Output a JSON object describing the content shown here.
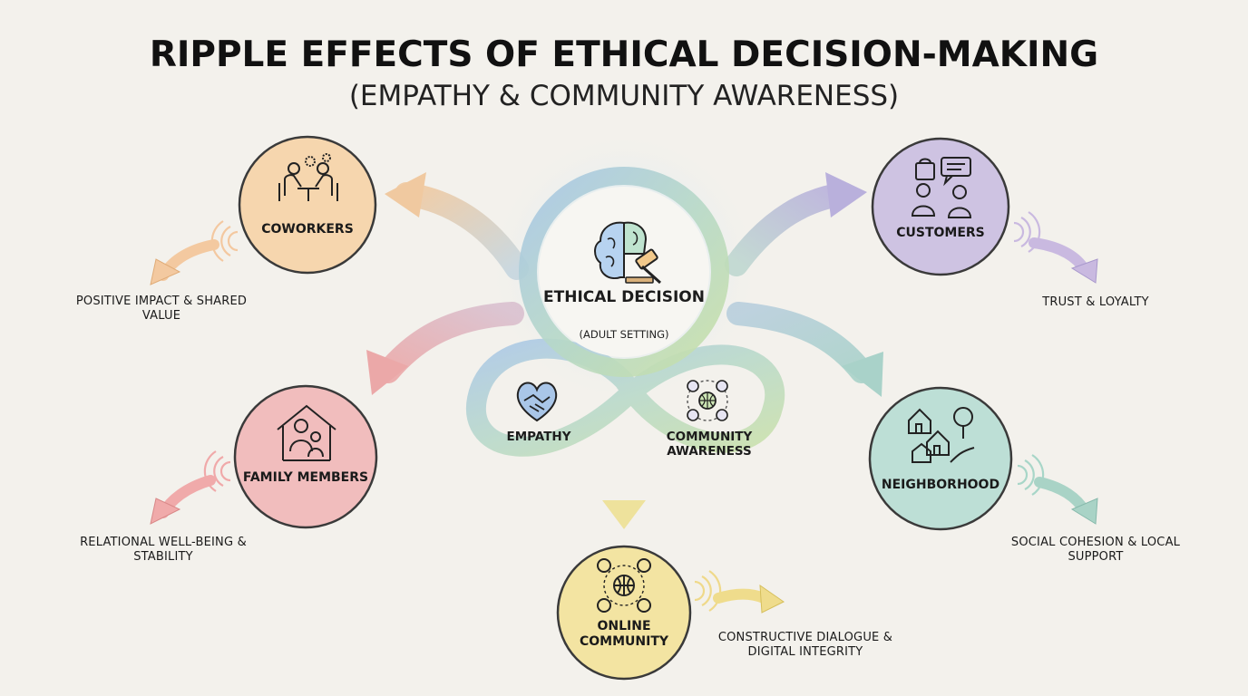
{
  "title": "RIPPLE EFFECTS OF ETHICAL DECISION-MAKING",
  "subtitle": "(EMPATHY & COMMUNITY AWARENESS)",
  "center": {
    "label": "ETHICAL DECISION",
    "sublabel": "(ADULT SETTING)",
    "icon": "brain-gavel-icon"
  },
  "loops": {
    "left": {
      "label": "EMPATHY",
      "icon": "heart-handshake-icon"
    },
    "right": {
      "label": "COMMUNITY AWARENESS",
      "icon": "network-globe-icon"
    }
  },
  "nodes": {
    "coworkers": {
      "label": "COWORKERS",
      "icon": "meeting-gears-icon",
      "color": "#f5d3a8",
      "outcome": "POSITIVE IMPACT & SHARED VALUE"
    },
    "customers": {
      "label": "CUSTOMERS",
      "icon": "shopping-chat-icon",
      "color": "#cdbfdf",
      "outcome": "TRUST & LOYALTY"
    },
    "family": {
      "label": "FAMILY MEMBERS",
      "icon": "house-family-icon",
      "color": "#f0b8b8",
      "outcome": "RELATIONAL WELL-BEING & STABILITY"
    },
    "neighborhood": {
      "label": "NEIGHBORHOOD",
      "icon": "houses-tree-icon",
      "color": "#b6dbd4",
      "outcome": "SOCIAL COHESION & LOCAL SUPPORT"
    },
    "online": {
      "label": "ONLINE COMMUNITY",
      "icon": "network-globe-icon",
      "color": "#f2e3a0",
      "outcome": "CONSTRUCTIVE DIALOGUE & DIGITAL INTEGRITY"
    }
  }
}
